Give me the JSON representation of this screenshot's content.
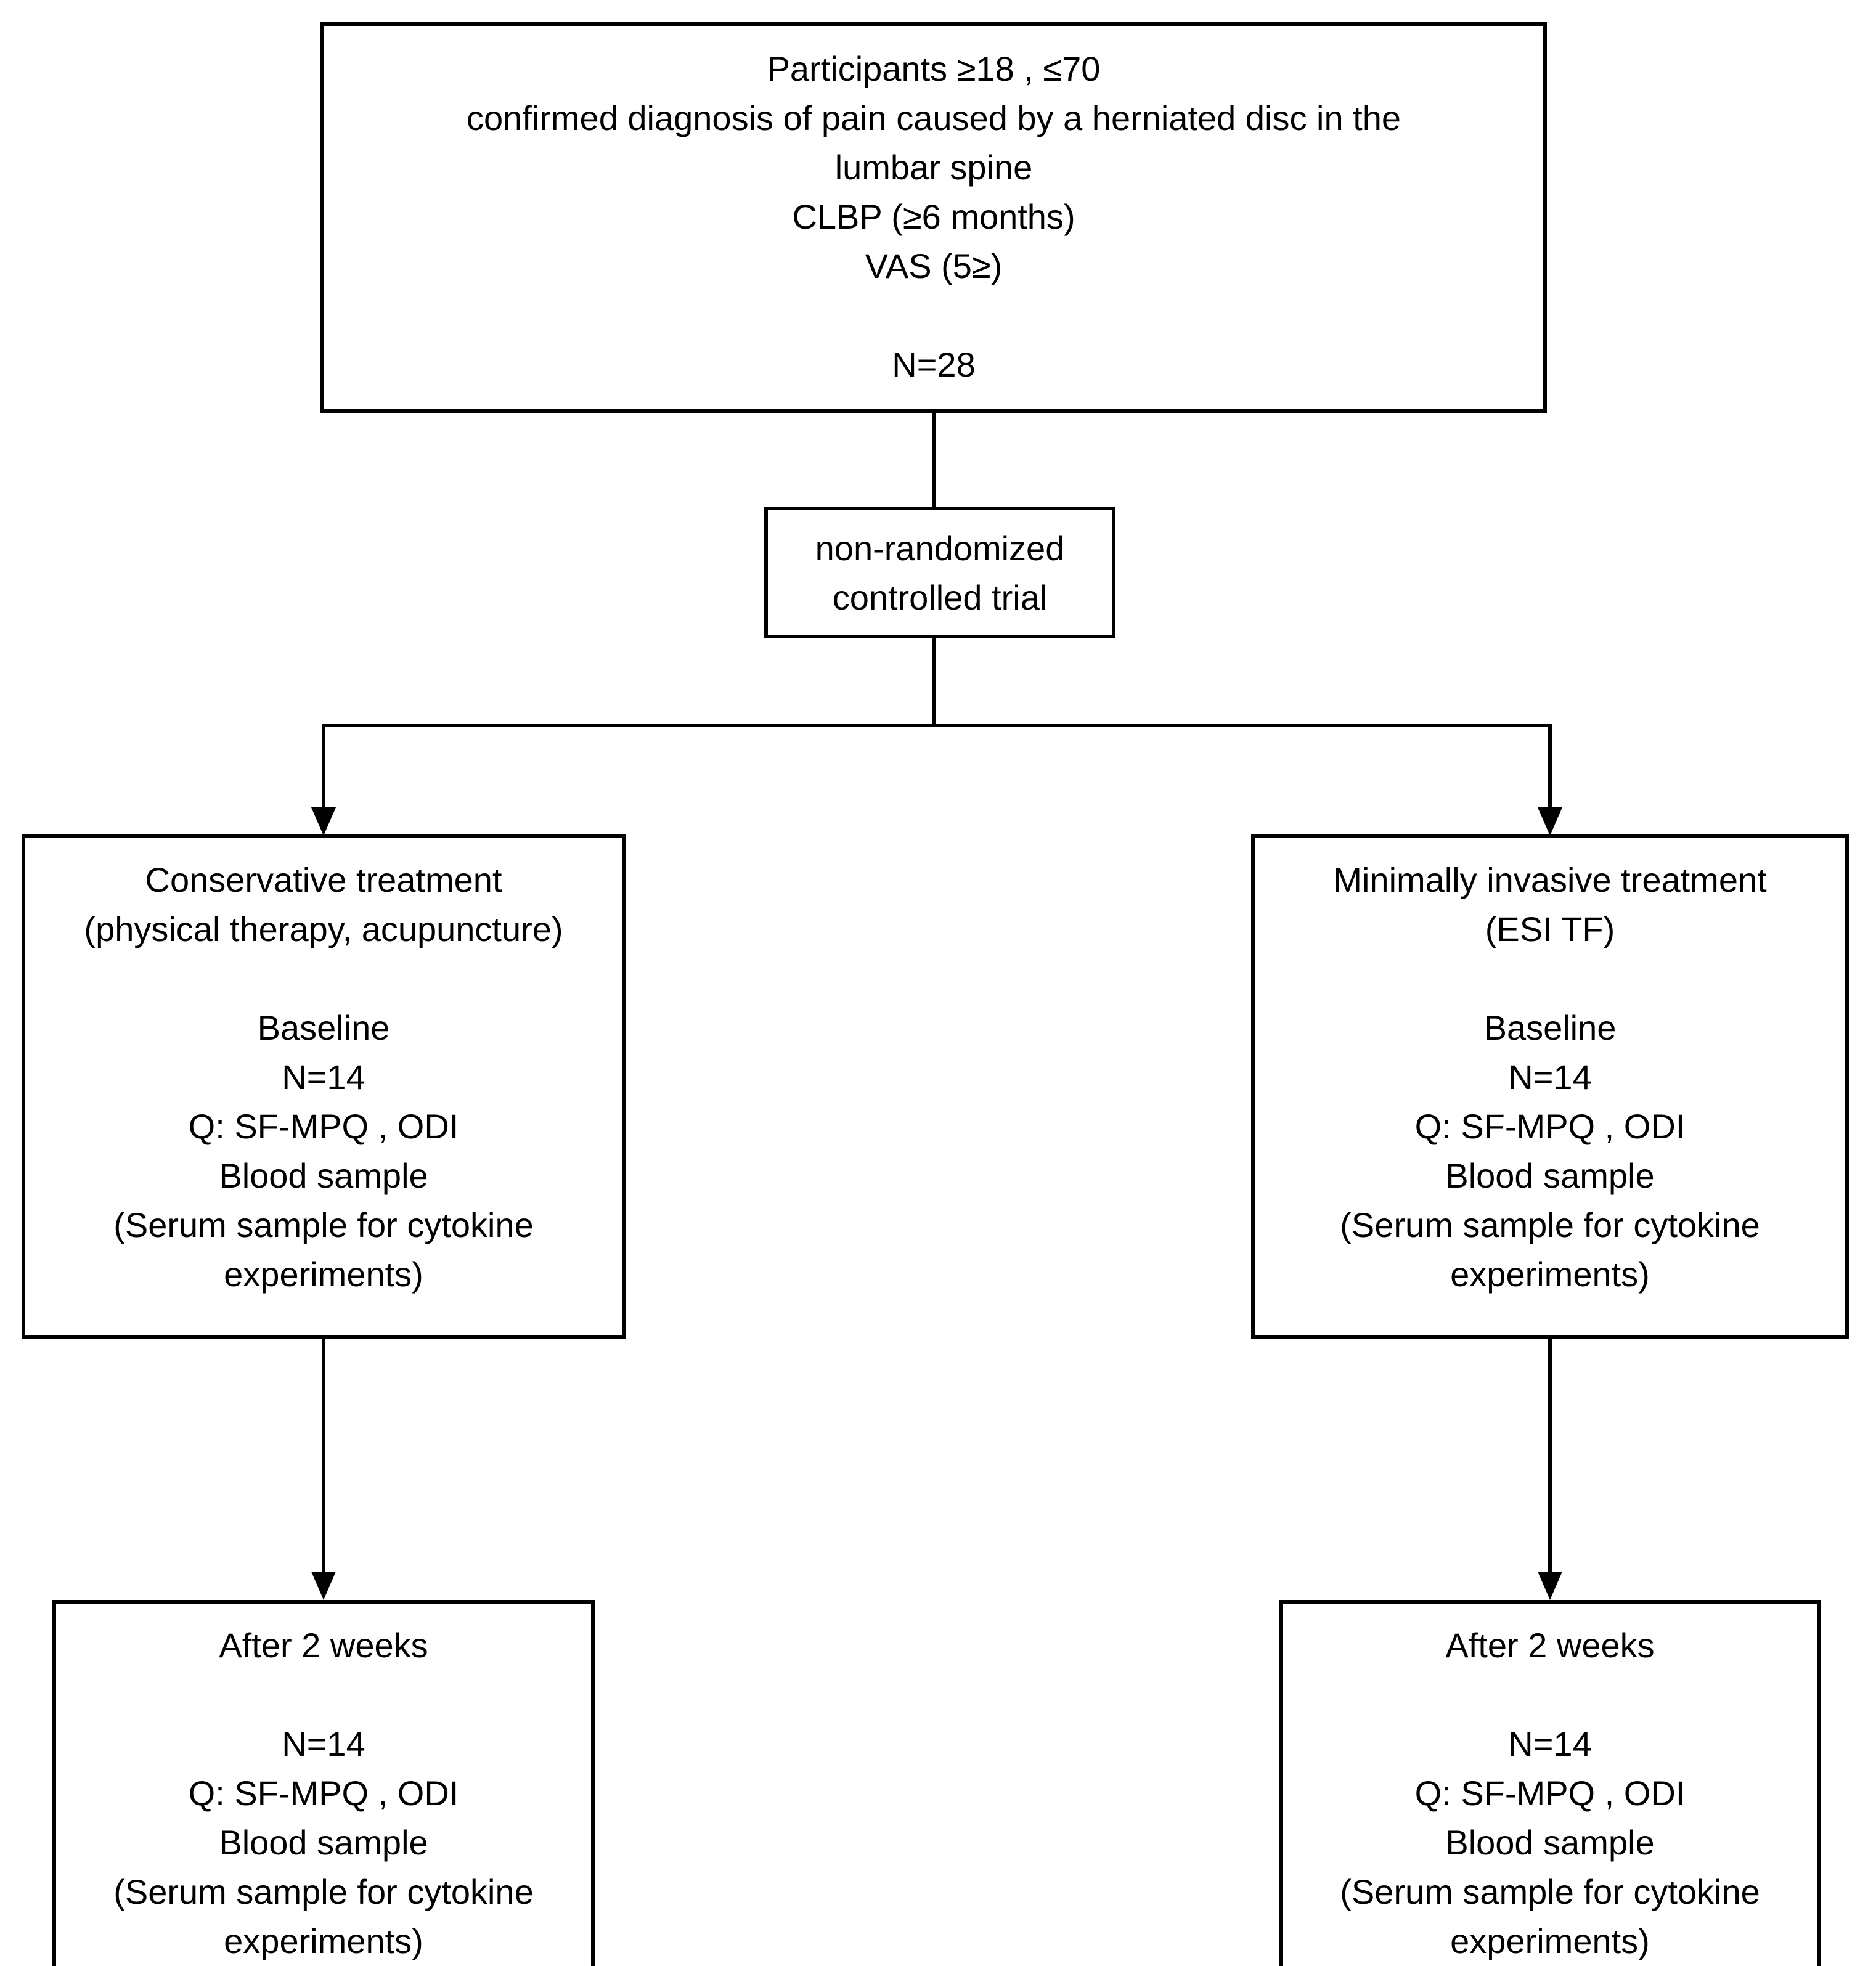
{
  "diagram": {
    "title": "Non-randomized controlled trial participant flow",
    "background_color": "#ffffff",
    "line_color": "#000000",
    "nodes": {
      "eligibility": {
        "lines": [
          "Participants ≥18 , ≤70",
          "confirmed diagnosis of pain caused by a herniated disc in the",
          "lumbar spine",
          "CLBP (≥6 months)",
          "VAS (5≥)",
          "",
          "N=28"
        ]
      },
      "trial": {
        "lines": [
          "non-randomized",
          "controlled trial"
        ]
      },
      "conservative": {
        "lines": [
          "Conservative treatment",
          "(physical therapy, acupuncture)",
          "",
          "Baseline",
          "N=14",
          "Q: SF-MPQ , ODI",
          "Blood sample",
          "(Serum sample for cytokine",
          "experiments)"
        ]
      },
      "minimally_invasive": {
        "lines": [
          "Minimally invasive treatment",
          "(ESI TF)",
          "",
          "Baseline",
          "N=14",
          "Q: SF-MPQ , ODI",
          "Blood sample",
          "(Serum sample for cytokine",
          "experiments)"
        ]
      },
      "conservative_followup": {
        "lines": [
          "After 2 weeks",
          "",
          "N=14",
          "Q: SF-MPQ , ODI",
          "Blood sample",
          "(Serum sample for cytokine",
          "experiments)"
        ]
      },
      "minimally_invasive_followup": {
        "lines": [
          "After 2 weeks",
          "",
          "N=14",
          "Q: SF-MPQ , ODI",
          "Blood sample",
          "(Serum sample for cytokine",
          "experiments)"
        ]
      }
    }
  }
}
